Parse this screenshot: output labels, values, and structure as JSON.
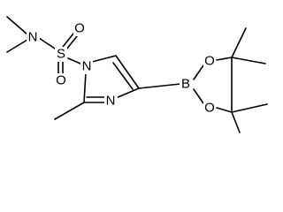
{
  "molecule": {
    "atoms": {
      "n_amine": "N",
      "s_sulfonyl": "S",
      "o_sulfonyl_top": "O",
      "o_sulfonyl_bottom": "O",
      "n1_ring": "N",
      "n3_ring": "N",
      "boron": "B",
      "o_boronate_top": "O",
      "o_boronate_bottom": "O"
    }
  }
}
